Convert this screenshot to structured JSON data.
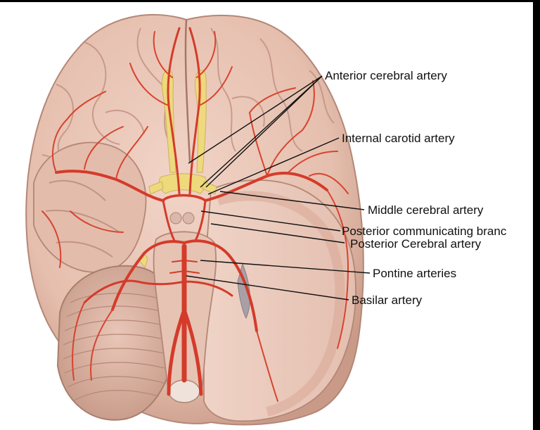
{
  "labels": {
    "anterior_cerebral": "Anterior cerebral artery",
    "internal_carotid": "Internal carotid artery",
    "middle_cerebral": "Middle cerebral artery",
    "posterior_communicating": "Posterior communicating branc",
    "posterior_cerebral": "Posterior Cerebral artery",
    "pontine": "Pontine arteries",
    "basilar": "Basilar artery"
  },
  "colors": {
    "brain_tissue": "#e8c4b5",
    "brain_shadow": "#b98d80",
    "artery": "#d43b2a",
    "optic_nerve": "#ecd97c",
    "leader_line": "#111111"
  }
}
